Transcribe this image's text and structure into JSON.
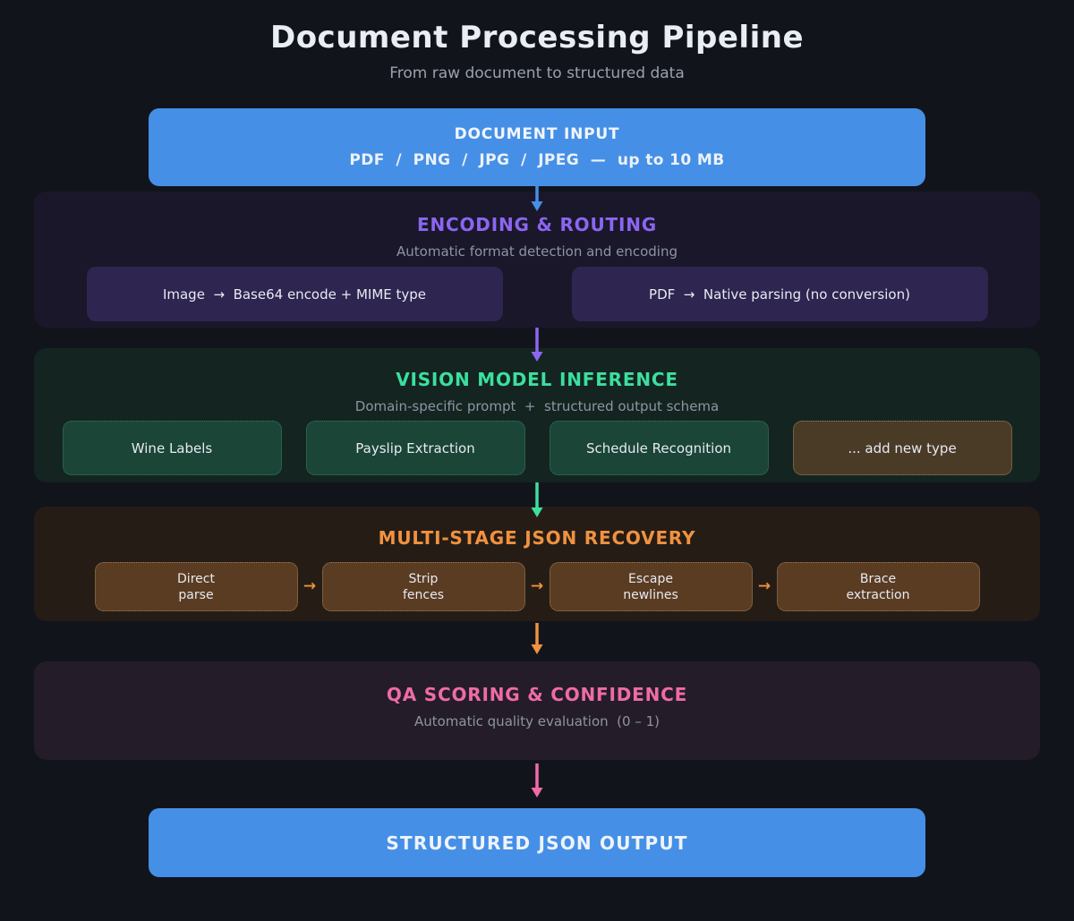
{
  "colors": {
    "background": "#12141c",
    "node_blue": "#4590e6",
    "accent_purple": "#8b66f0",
    "accent_green": "#3cdf9e",
    "accent_orange": "#f0923f",
    "accent_pink": "#ef6ba6"
  },
  "header": {
    "title": "Document Processing Pipeline",
    "subtitle": "From raw document to structured data"
  },
  "document_input": {
    "title": "DOCUMENT INPUT",
    "formats": "PDF  /  PNG  /  JPG  /  JPEG  —  up to 10 MB"
  },
  "encoding_routing": {
    "title": "ENCODING & ROUTING",
    "subtitle": "Automatic format detection and encoding",
    "items": [
      {
        "text": "Image  →  Base64 encode + MIME type"
      },
      {
        "text": "PDF  →  Native parsing (no conversion)"
      }
    ]
  },
  "vision_inference": {
    "title": "VISION MODEL INFERENCE",
    "subtitle": "Domain-specific prompt  +  structured output schema",
    "domains": [
      {
        "label": "Wine Labels"
      },
      {
        "label": "Payslip Extraction"
      },
      {
        "label": "Schedule Recognition"
      }
    ],
    "add_new": {
      "label": "... add new type"
    }
  },
  "json_recovery": {
    "title": "MULTI-STAGE JSON RECOVERY",
    "arrow_glyph": "→",
    "steps": [
      {
        "line1": "Direct",
        "line2": "parse"
      },
      {
        "line1": "Strip",
        "line2": "fences"
      },
      {
        "line1": "Escape",
        "line2": "newlines"
      },
      {
        "line1": "Brace",
        "line2": "extraction"
      }
    ]
  },
  "qa_scoring": {
    "title": "QA SCORING & CONFIDENCE",
    "subtitle": "Automatic quality evaluation  (0 – 1)"
  },
  "output": {
    "title": "STRUCTURED JSON OUTPUT"
  }
}
